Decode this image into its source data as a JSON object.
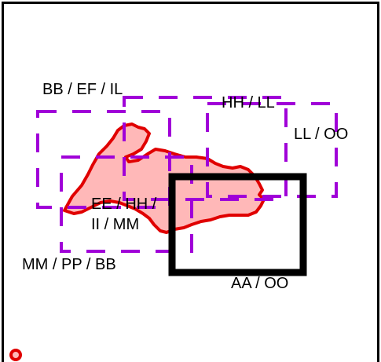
{
  "colors": {
    "frame": "#000000",
    "dashed_box": "#a000d8",
    "region_fill": "#ffb8b8",
    "region_stroke": "#e00000",
    "solid_box": "#000000",
    "text": "#000000",
    "background": "#ffffff"
  },
  "labels": {
    "bb_ef_il": "BB / EF / IL",
    "hh_ll": "HH / LL",
    "ll_oo": "LL / OO",
    "ee_hh": "EE / HH /",
    "ii_mm": "II / MM",
    "mm_pp_bb": "MM / PP / BB",
    "aa_oo": "AA / OO"
  }
}
